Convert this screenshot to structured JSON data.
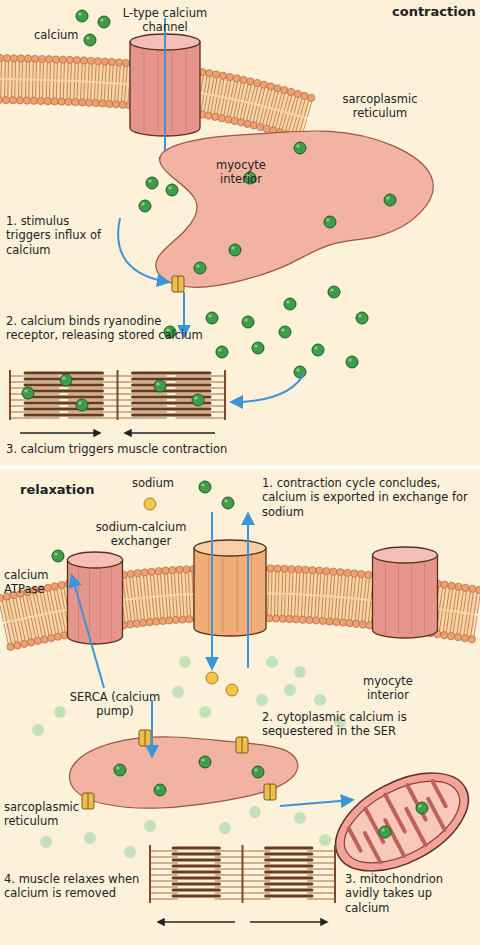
{
  "diagram": {
    "labels": [
      "contraction",
      "calcium",
      "L-type calcium channel",
      "sarcoplasmic reticulum",
      "myocyte interior",
      "1. stimulus triggers influx of calcium",
      "2. calcium binds ryanodine receptor, releasing stored calcium",
      "3. calcium triggers muscle contraction",
      "relaxation",
      "sodium",
      "1. contraction cycle concludes, calcium is exported in exchange for sodium",
      "sodium-calcium exchanger",
      "calcium ATPase",
      "myocyte interior",
      "SERCA (calcium pump)",
      "2. cytoplasmic calcium is sequestered in the SER",
      "sarcoplasmic reticulum",
      "3. mitochondrion avidly takes up calcium",
      "4. muscle relaxes when calcium is removed"
    ]
  }
}
